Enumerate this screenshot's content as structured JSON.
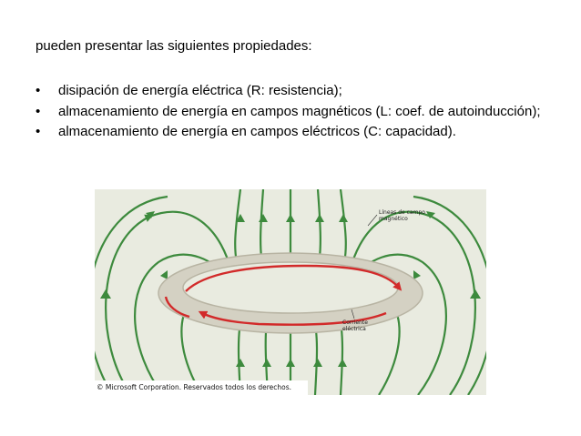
{
  "intro": "pueden presentar las siguientes propiedades:",
  "bullets": [
    {
      "marker": "•",
      "text": "disipación de energía eléctrica (R: resistencia);"
    },
    {
      "marker": "•",
      "text": "almacenamiento de energía en campos magnéticos (L: coef. de autoinducción);"
    },
    {
      "marker": "•",
      "text": "almacenamiento de energía en campos eléctricos (C: capacidad)."
    }
  ],
  "figure": {
    "label_field_lines": "Líneas de campo\nmagnético",
    "label_current": "Corriente\neléctrica",
    "copyright": "© Microsoft Corporation. Reservados todos los derechos.",
    "colors": {
      "field_lines": "#3d8a3d",
      "current_arrow": "#d22a2a",
      "ring": "#d4d1c3",
      "background": "#e9ebe0"
    }
  }
}
